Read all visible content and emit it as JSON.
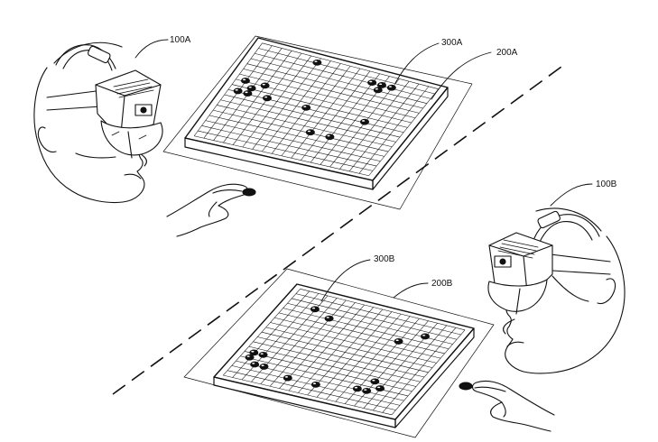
{
  "labels": {
    "headset_a": "100A",
    "pieces_a": "300A",
    "board_a": "200A",
    "headset_b": "100B",
    "pieces_b": "300B",
    "board_b": "200B"
  },
  "board_a": {
    "grid_size": 19,
    "stones": [
      [
        6,
        1
      ],
      [
        12,
        2
      ],
      [
        13,
        2
      ],
      [
        14,
        2
      ],
      [
        13,
        3
      ],
      [
        1,
        7
      ],
      [
        3,
        7
      ],
      [
        2,
        8
      ],
      [
        1,
        9
      ],
      [
        2,
        9
      ],
      [
        4,
        9
      ],
      [
        8,
        9
      ],
      [
        14,
        9
      ],
      [
        10,
        13
      ],
      [
        12,
        13
      ]
    ]
  },
  "board_b": {
    "grid_size": 19,
    "stones": [
      [
        3,
        3
      ],
      [
        5,
        4
      ],
      [
        15,
        3
      ],
      [
        13,
        5
      ],
      [
        1,
        13
      ],
      [
        2,
        13
      ],
      [
        1,
        14
      ],
      [
        2,
        15
      ],
      [
        3,
        15
      ],
      [
        14,
        13
      ],
      [
        15,
        14
      ],
      [
        14,
        15
      ],
      [
        6,
        16
      ],
      [
        9,
        16
      ],
      [
        13,
        15
      ]
    ]
  },
  "colors": {
    "ink": "#111111",
    "paper": "#ffffff"
  }
}
